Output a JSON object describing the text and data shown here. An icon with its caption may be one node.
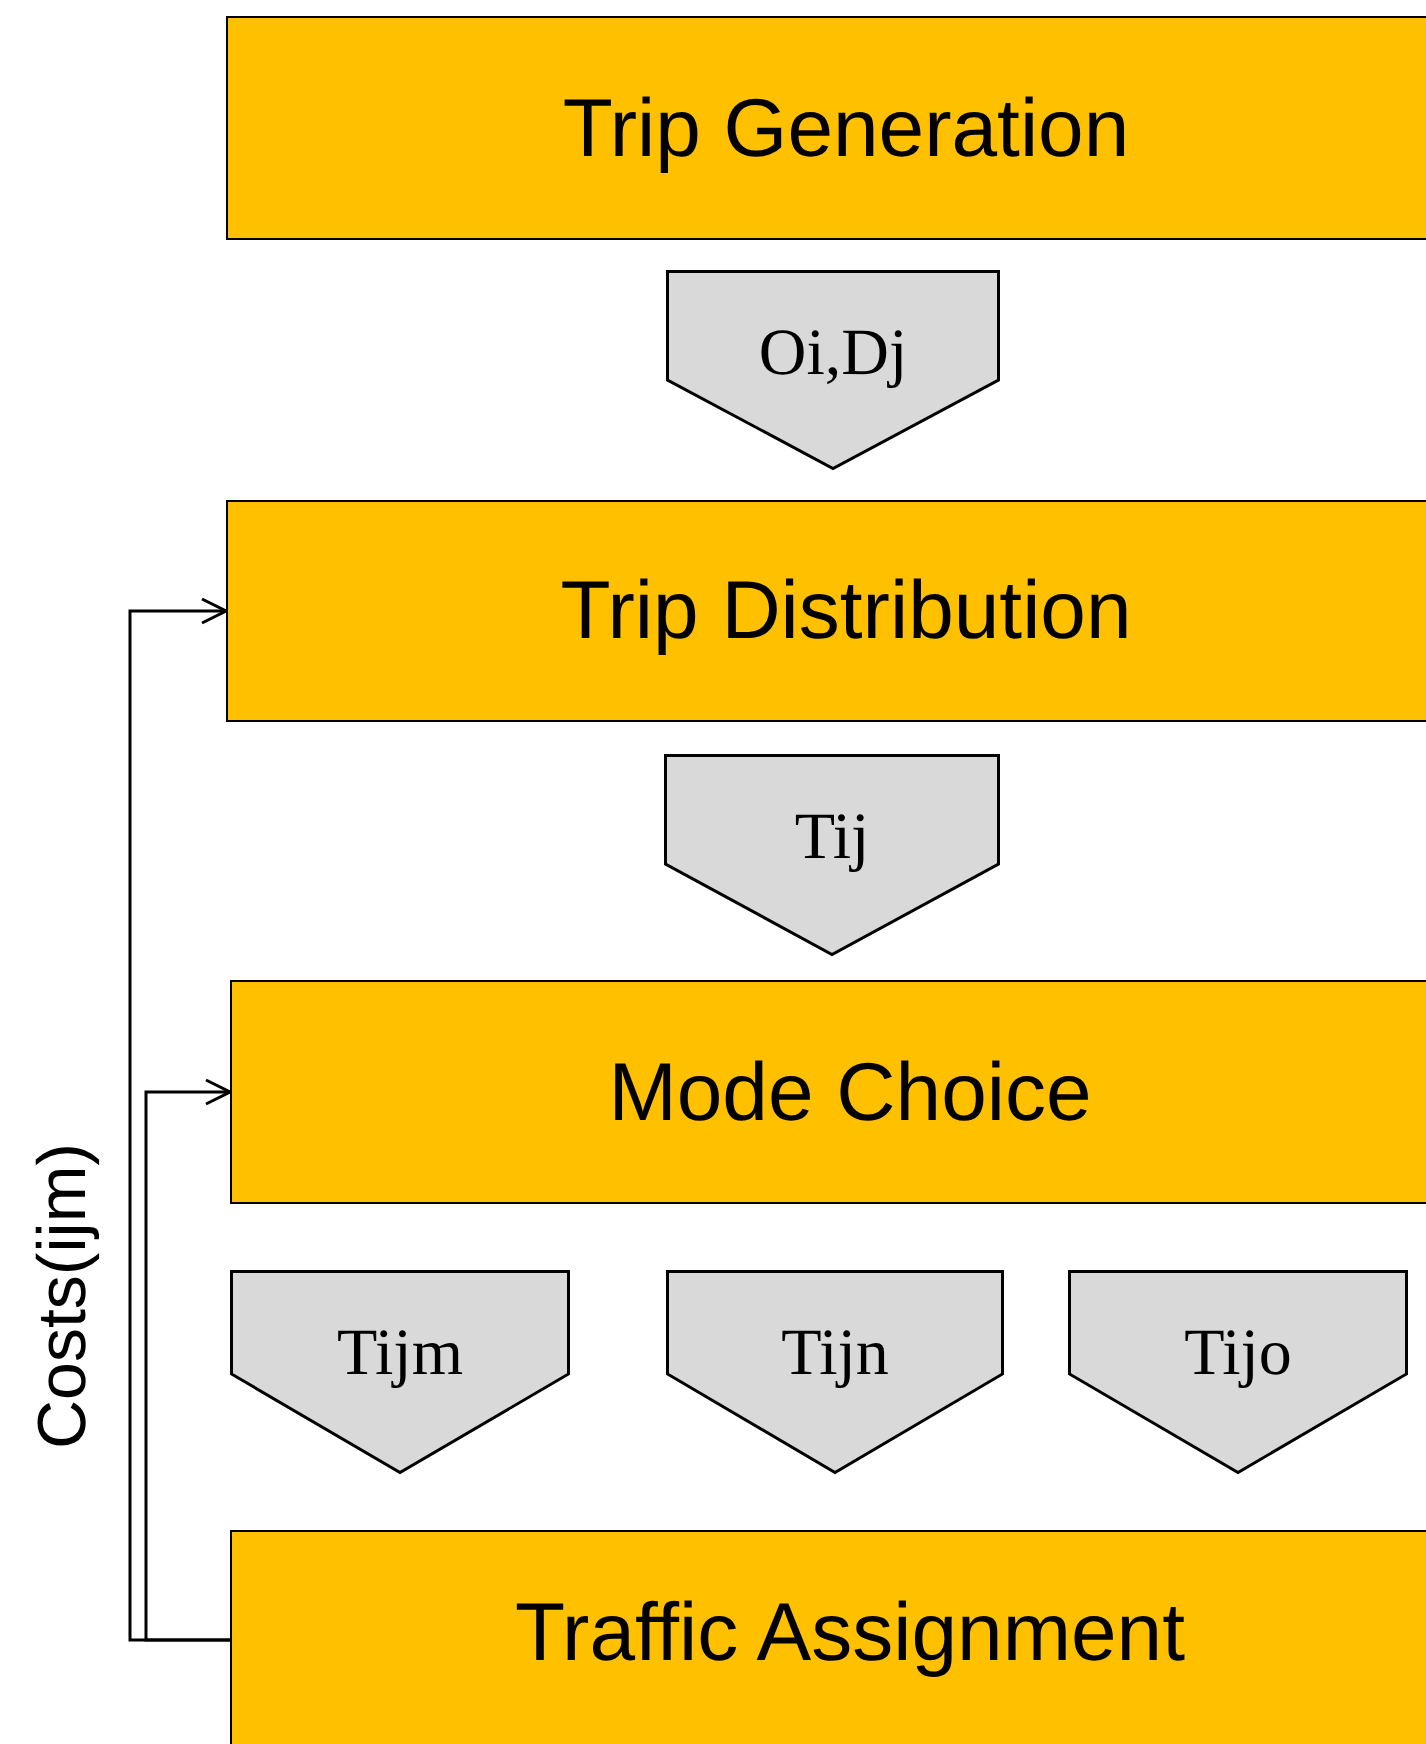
{
  "diagram": {
    "nodes": [
      {
        "text": [
          "Trip Generation"
        ]
      },
      {
        "text": [
          "Oi,Dj"
        ]
      },
      {
        "text": [
          "Trip Distribution"
        ]
      },
      {
        "text": [
          "Tij"
        ]
      },
      {
        "text": [
          "Mode Choice"
        ]
      },
      {
        "text": [
          "Tijm"
        ]
      },
      {
        "text": [
          "Tijn"
        ]
      },
      {
        "text": [
          "Tijo"
        ]
      },
      {
        "text": [
          "Traffic Assignment"
        ]
      }
    ],
    "edges": [
      {
        "from": 8,
        "to": 2,
        "arrow": "to"
      },
      {
        "from": 8,
        "to": 4,
        "arrow": "to"
      }
    ],
    "labels": [
      "Costs(ijm)"
    ]
  }
}
